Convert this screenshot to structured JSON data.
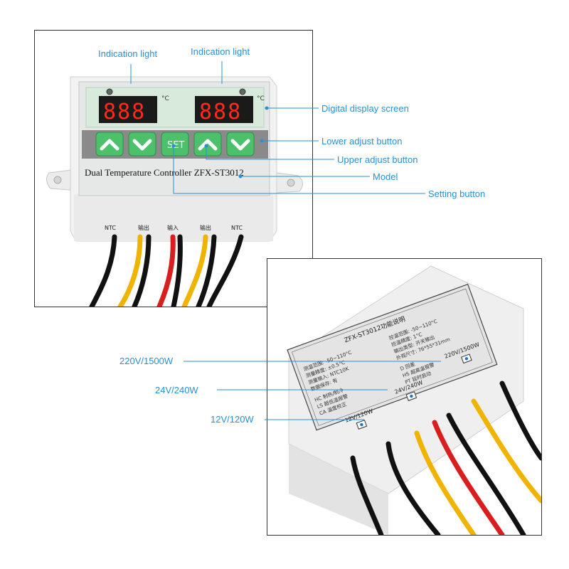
{
  "top_panel": {
    "callouts": {
      "indication_light_left": "Indication light",
      "indication_light_right": "Indication light",
      "digital_display_screen": "Digital display screen",
      "lower_adjust_button": "Lower adjust button",
      "upper_adjust_button": "Upper adjust button",
      "model": "Model",
      "setting_button": "Setting button"
    },
    "device": {
      "display_left": "888",
      "display_right": "888",
      "unit_left": "°C",
      "unit_right": "°C",
      "set_label": "SET",
      "label_text": "Dual Temperature Controller ZFX-ST3012",
      "terminals": [
        "NTC",
        "输出",
        "输入",
        "输出",
        "NTC"
      ]
    }
  },
  "bottom_panel": {
    "callouts": {
      "power_220": "220V/1500W",
      "power_24": "24V/240W",
      "power_12": "12V/120W"
    },
    "spec_label": {
      "title": "ZFX-ST3012功能说明",
      "lines_left": [
        "测温范围: -50~110°C",
        "测量精度: ±0.5°C",
        "测量输入: NTC10K",
        "数据保存: 有"
      ],
      "lines_right": [
        "控温范围: -50~110°C",
        "控温精度: 1°C",
        "输出类型: 开关输出",
        "外观尺寸: 76*55*31mm"
      ],
      "lines_bottom_left": [
        "HC 制热/制冷",
        "LS 超低温报警",
        "CA 温度校正"
      ],
      "lines_bottom_right": [
        "D 回差",
        "HS 超高温报警",
        "PT 延时启动"
      ],
      "rating_220": "220V/1500W",
      "rating_24": "24V/240W",
      "rating_12": "12V/120W"
    }
  },
  "colors": {
    "callout_text": "#2b8fd6",
    "leader_line": "#2b8fd6",
    "led_red": "#ff2a1a",
    "button_green": "#4cc06a"
  }
}
